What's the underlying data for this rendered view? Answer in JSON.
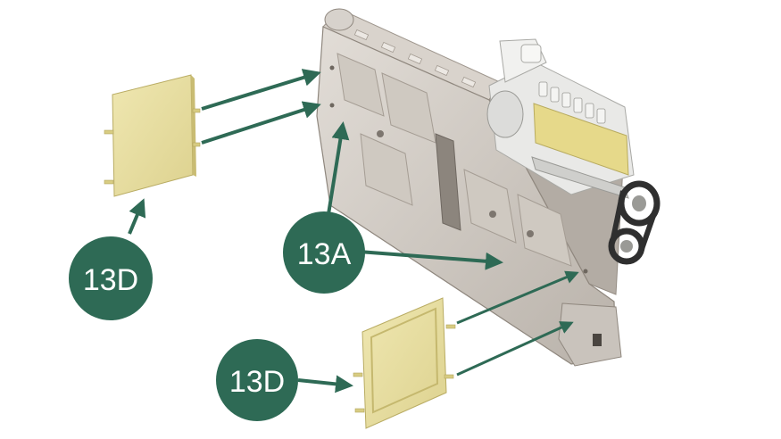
{
  "callouts": {
    "panel_top_left": "13D",
    "block": "13A",
    "panel_bottom_right": "13D"
  },
  "colors": {
    "callout_fill": "#2e6a55",
    "arrow": "#2e6a55",
    "panel_face": "#e8dfa2",
    "engine_body": "#c8c2bb",
    "background": "#ffffff"
  }
}
